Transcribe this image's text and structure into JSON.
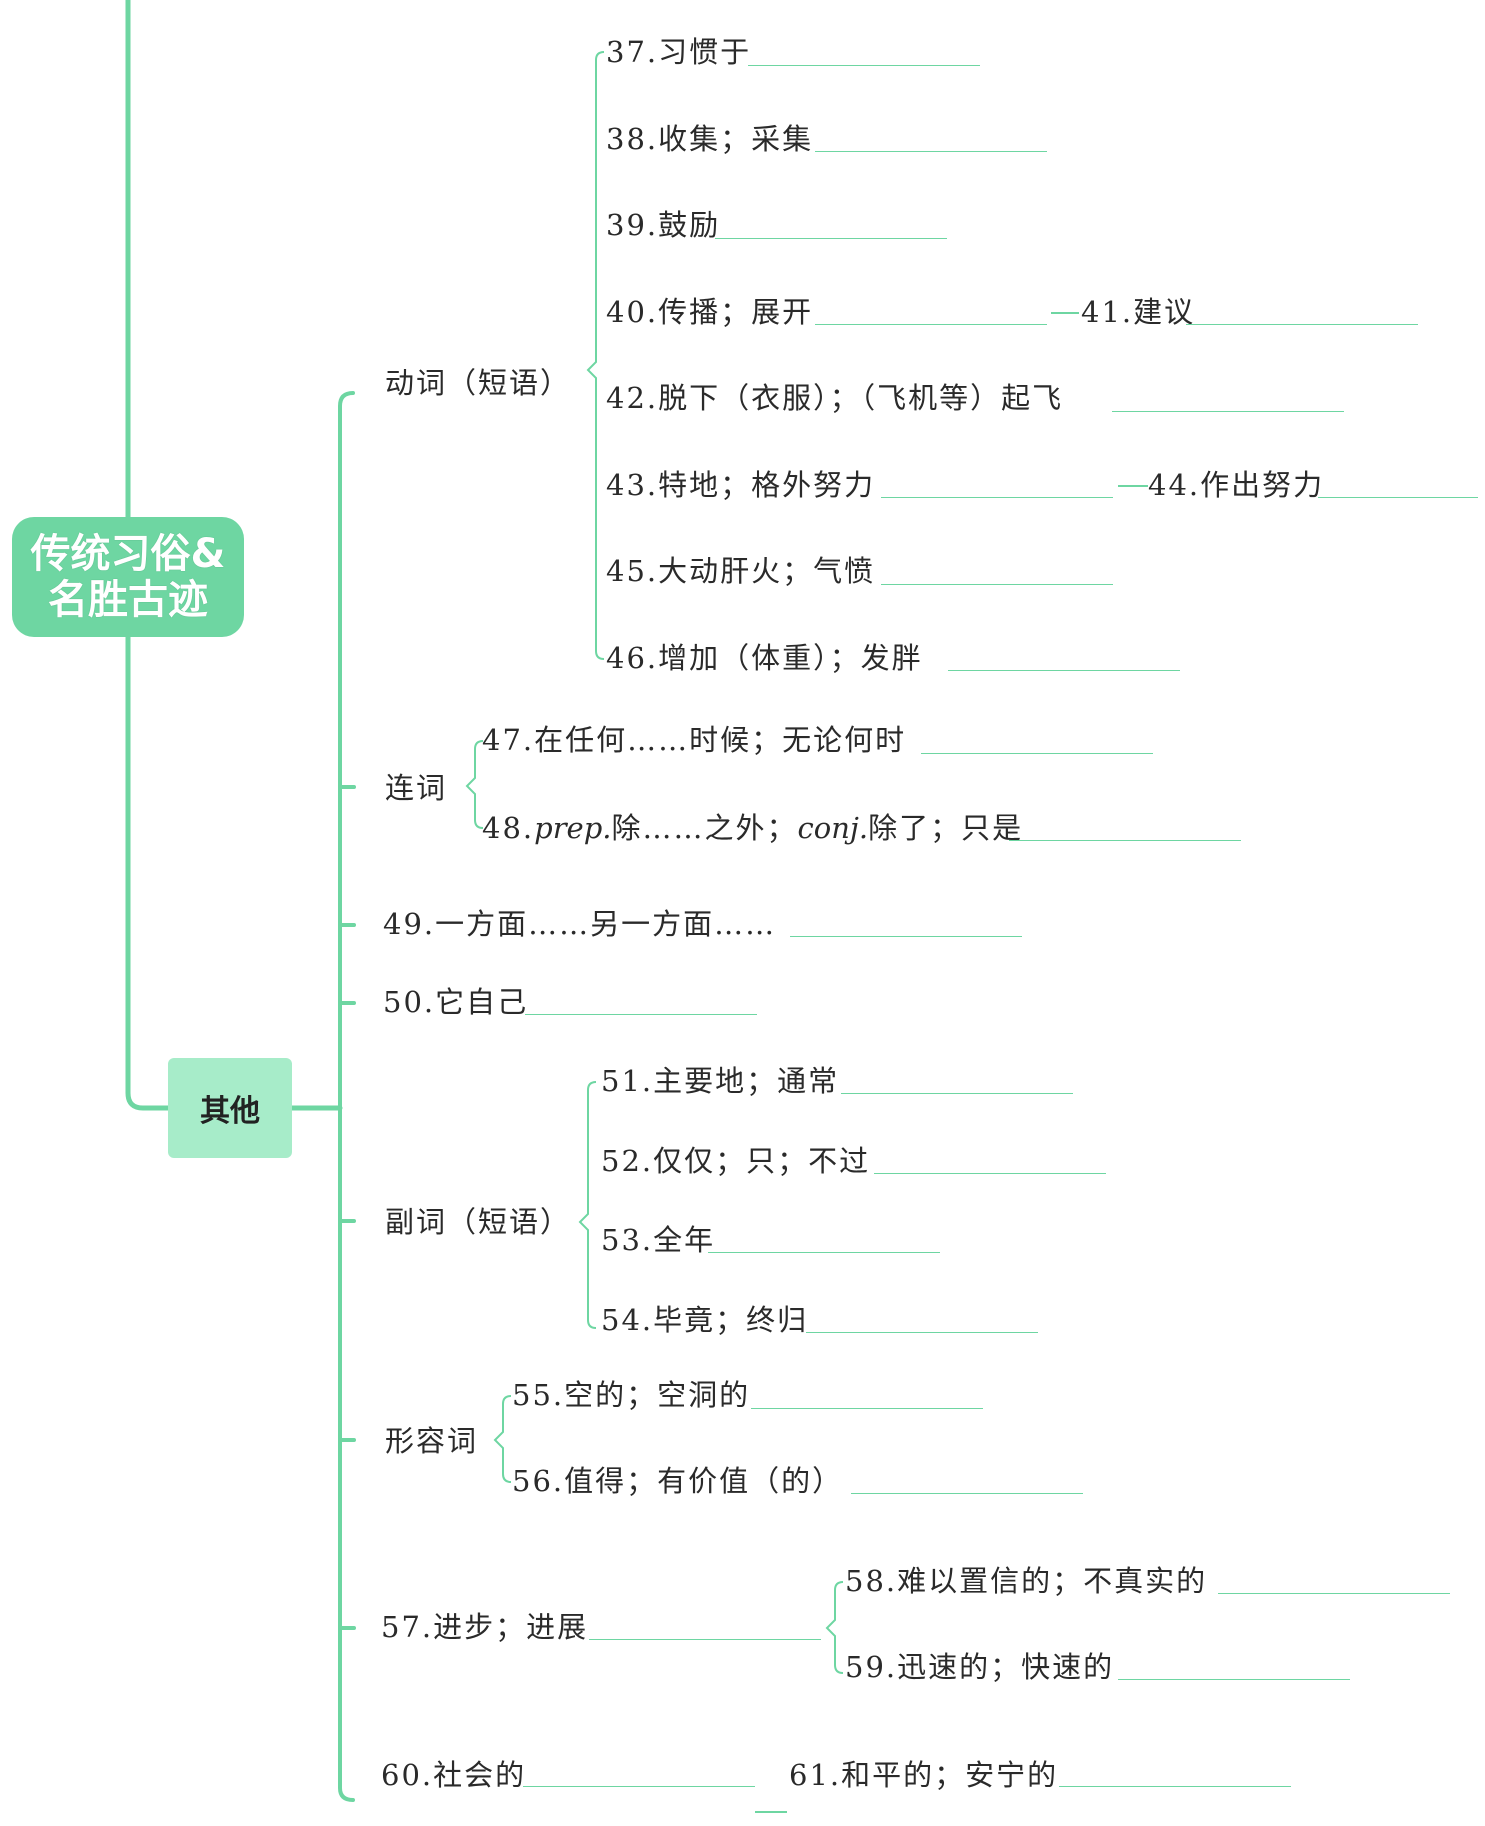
{
  "root": {
    "line1": "传统习俗&",
    "line2": "名胜古迹"
  },
  "sub": {
    "label": "其他"
  },
  "categories": {
    "verb": "动词（短语）",
    "conj": "连词",
    "adverb": "副词（短语）",
    "adjective": "形容词"
  },
  "items": {
    "i37": "37.习惯于",
    "i38": "38.收集；采集",
    "i39": "39.鼓励",
    "i40": "40.传播；展开",
    "i41": "41.建议",
    "i42": "42.脱下（衣服）；（飞机等）起飞",
    "i43": "43.特地；格外努力",
    "i44": "44.作出努力",
    "i45": "45.大动肝火；气愤",
    "i46": "46.增加（体重）；发胖",
    "i47": "47.在任何……时候；无论何时",
    "i48_num": "48.",
    "i48_pos1": "prep.",
    "i48_text1": "除……之外；",
    "i48_pos2": "conj.",
    "i48_text2": "除了；只是",
    "i49": "49.一方面……另一方面……",
    "i50": "50.它自己",
    "i51": "51.主要地；通常",
    "i52": "52.仅仅；只；不过",
    "i53": "53.全年",
    "i54": "54.毕竟；终归",
    "i55": "55.空的；空洞的",
    "i56": "56.值得；有价值（的）",
    "i57": "57.进步；进展",
    "i58": "58.难以置信的；不真实的",
    "i59": "59.迅速的；快速的",
    "i60": "60.社会的",
    "i61": "61.和平的；安宁的"
  },
  "colors": {
    "line": "#6ed6a2",
    "root_fill": "#6ed6a2",
    "sub_fill": "#a7ecc9"
  }
}
